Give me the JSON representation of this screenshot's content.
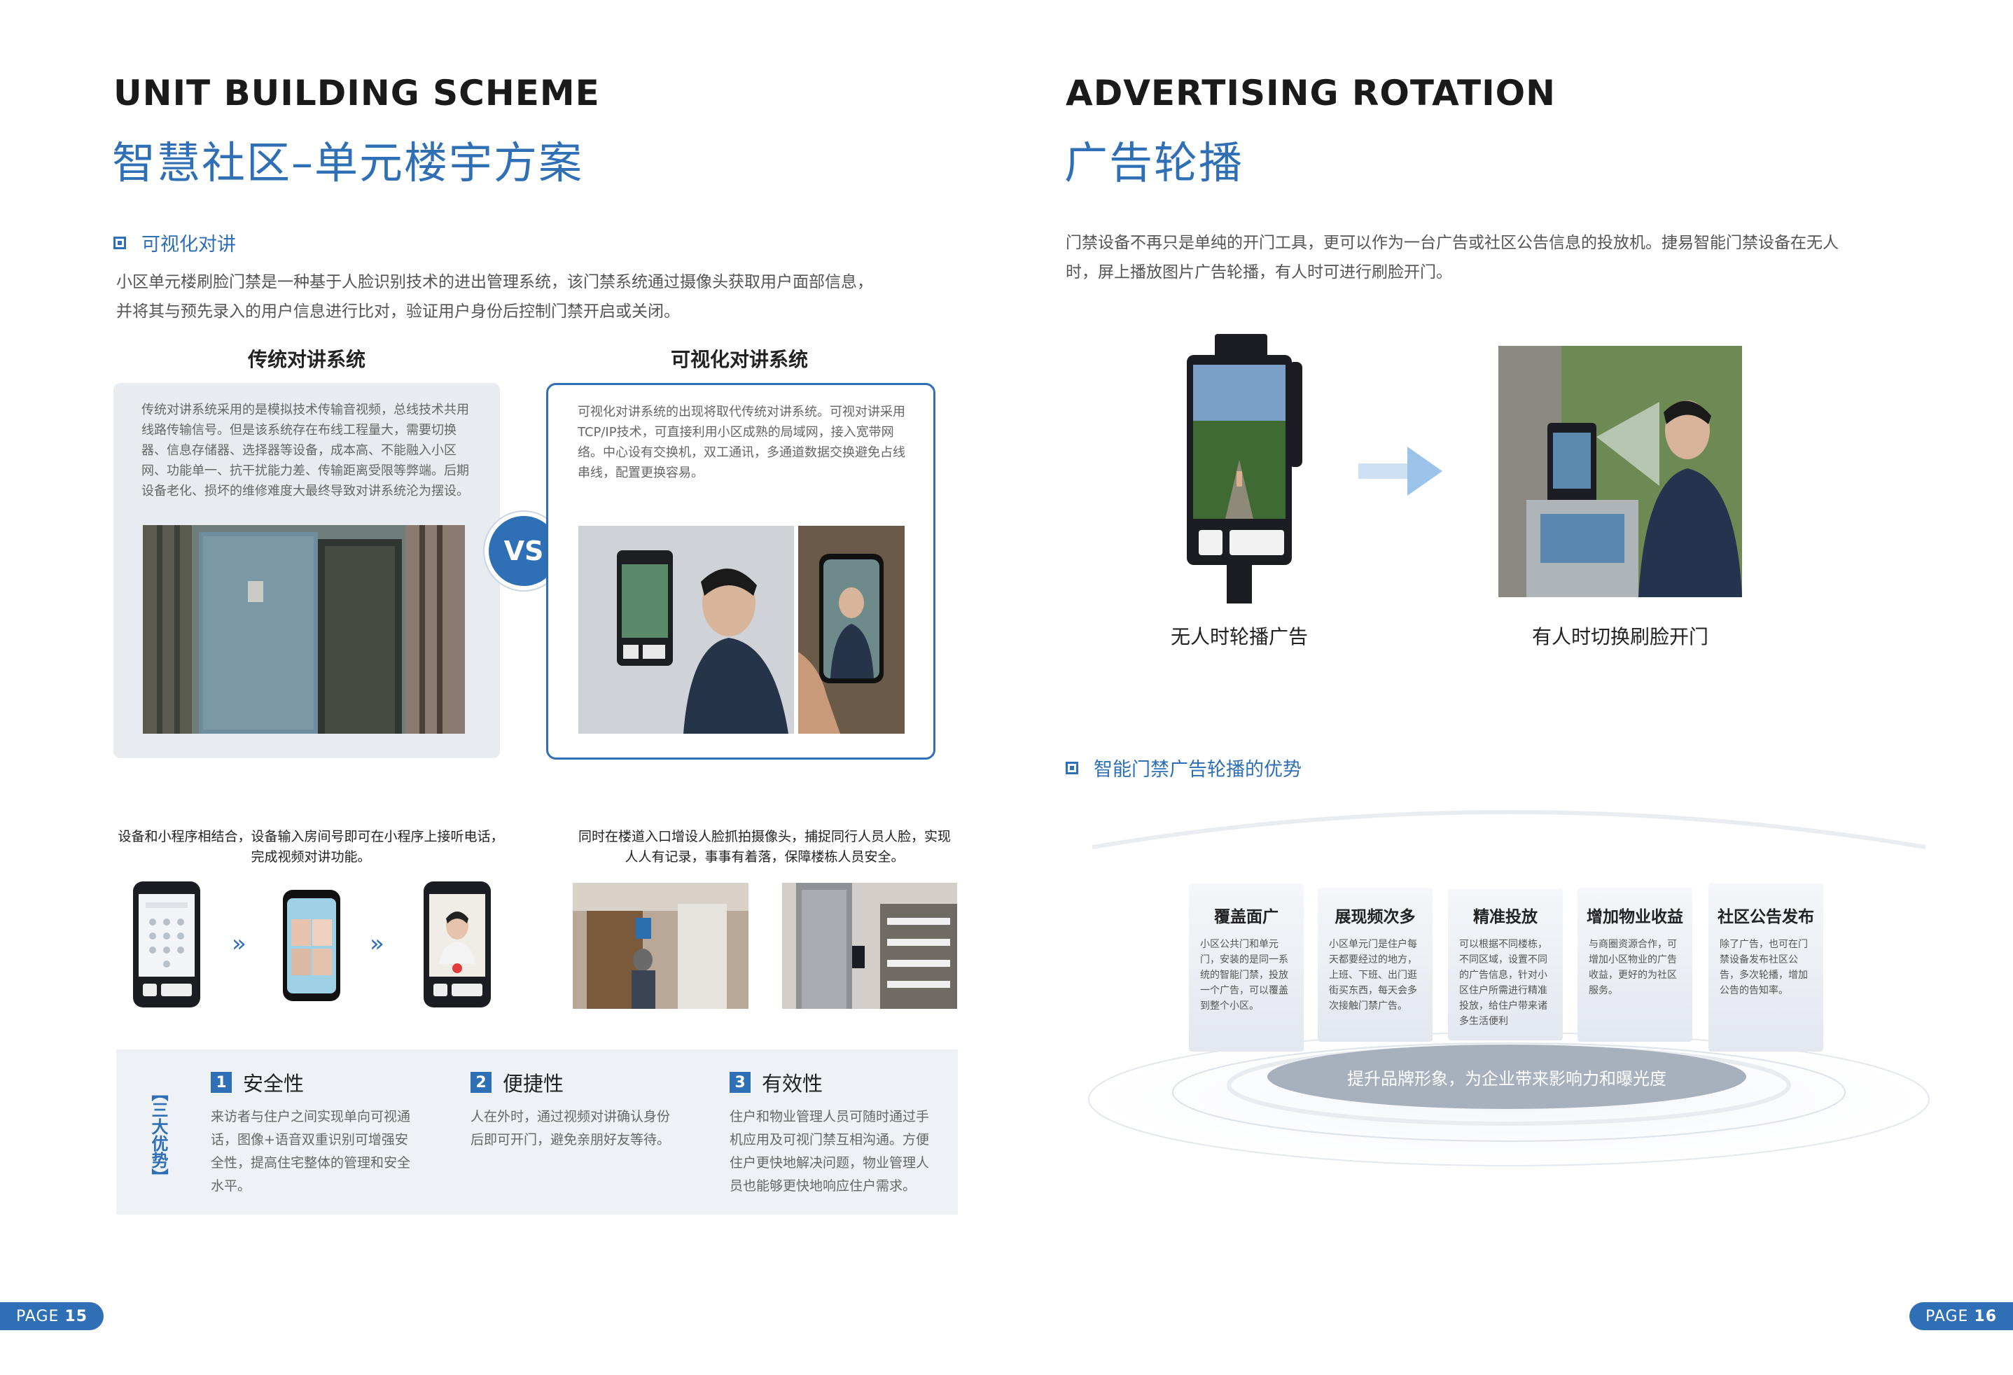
{
  "left": {
    "title_en": "UNIT BUILDING SCHEME",
    "title_cn": "智慧社区–单元楼宇方案",
    "section_label": "可视化对讲",
    "intro_line1": "小区单元楼刷脸门禁是一种基于人脸识别技术的进出管理系统，该门禁系统通过摄像头获取用户面部信息，",
    "intro_line2": "并将其与预先录入的用户信息进行比对，验证用户身份后控制门禁开启或关闭。",
    "traditional": {
      "heading": "传统对讲系统",
      "text": "传统对讲系统采用的是模拟技术传输音视频，总线技术共用线路传输信号。但是该系统存在布线工程量大，需要切换器、信息存储器、选择器等设备，成本高、不能融入小区网、功能单一、抗干扰能力差、传输距离受限等弊端。后期设备老化、损坏的维修难度大最终导致对讲系统沦为摆设。"
    },
    "vs_label": "VS",
    "visual": {
      "heading": "可视化对讲系统",
      "text": "可视化对讲系统的出现将取代传统对讲系统。可视对讲采用TCP/IP技术，可直接利用小区成熟的局域网，接入宽带网络。中心设有交换机，双工通讯，多通道数据交换避免占线串线，配置更换容易。"
    },
    "caption_left_line1": "设备和小程序相结合，设备输入房间号即可在小程序上接听电话，",
    "caption_left_line2": "完成视频对讲功能。",
    "caption_right_line1": "同时在楼道入口增设人脸抓拍摄像头，捕捉同行人员人脸，实现",
    "caption_right_line2": "人人有记录，事事有着落，保障楼栋人员安全。",
    "chevron": "»",
    "advantages_label": "【三大优势】",
    "advantages": [
      {
        "num": "1",
        "title": "安全性",
        "text": "来访者与住户之间实现单向可视通话，图像+语音双重识别可增强安全性，提高住宅整体的管理和安全水平。"
      },
      {
        "num": "2",
        "title": "便捷性",
        "text": "人在外时，通过视频对讲确认身份后即可开门，避免亲朋好友等待。"
      },
      {
        "num": "3",
        "title": "有效性",
        "text": "住户和物业管理人员可随时通过手机应用及可视门禁互相沟通。方便住户更快地解决问题，物业管理人员也能够更快地响应住户需求。"
      }
    ],
    "page_label": "PAGE",
    "page_num": "15"
  },
  "right": {
    "title_en": "ADVERTISING ROTATION",
    "title_cn": "广告轮播",
    "intro_line1": "门禁设备不再只是单纯的开门工具，更可以作为一台广告或社区公告信息的投放机。捷易智能门禁设备在无人",
    "intro_line2": "时，屏上播放图片广告轮播，有人时可进行刷脸开门。",
    "caption_idle": "无人时轮播广告",
    "caption_active": "有人时切换刷脸开门",
    "section_label": "智能门禁广告轮播的优势",
    "panels": [
      {
        "title": "覆盖面广",
        "text": "小区公共门和单元门，安装的是同一系统的智能门禁，投放一个广告，可以覆盖到整个小区。"
      },
      {
        "title": "展现频次多",
        "text": "小区单元门是住户每天都要经过的地方，上班、下班、出门逛街买东西，每天会多次接触门禁广告。"
      },
      {
        "title": "精准投放",
        "text": "可以根据不同楼栋，不同区域，设置不同的广告信息，针对小区住户所需进行精准投放，给住户带来诸多生活便利"
      },
      {
        "title": "增加物业收益",
        "text": "与商圈资源合作，可增加小区物业的广告收益，更好的为社区服务。"
      },
      {
        "title": "社区公告发布",
        "text": "除了广告，也可在门禁设备发布社区公告，多次轮播，增加公告的告知率。"
      }
    ],
    "platform_text": "提升品牌形象，为企业带来影响力和曝光度",
    "page_label": "PAGE",
    "page_num": "16"
  },
  "colors": {
    "accent": "#2f6fb5",
    "card_gray": "#e8ebef",
    "adv_bg": "#eef1f5"
  }
}
